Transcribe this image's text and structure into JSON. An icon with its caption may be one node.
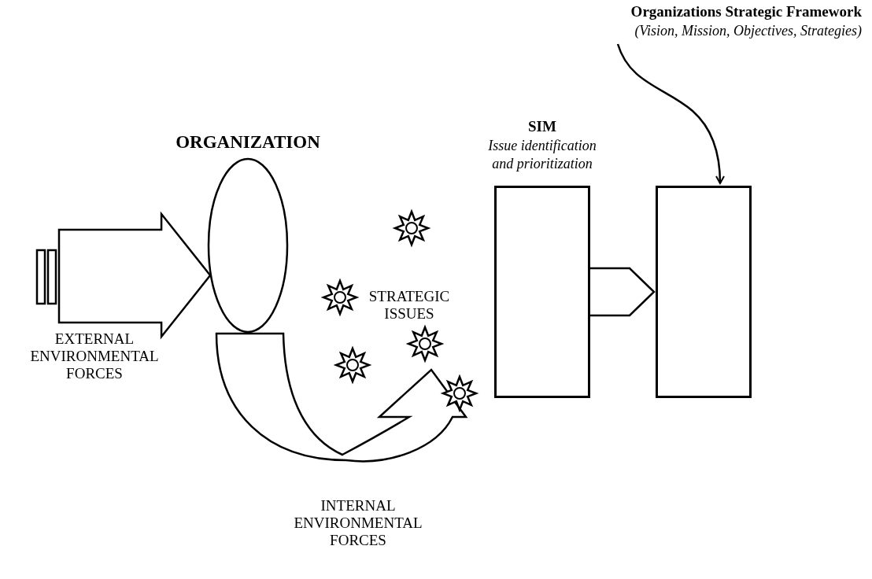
{
  "diagram": {
    "nodes": [
      {
        "text": [
          "ORGANIZATION"
        ]
      },
      {
        "text": [
          "SIM",
          "Issue identification and prioritization"
        ]
      },
      {
        "text": [
          "Organizations Strategic Framework",
          "(Vision, Mission, Objectives, Strategies)"
        ]
      },
      {
        "text": [],
        "shape": "box"
      }
    ],
    "edges": [
      {
        "from": null,
        "to": 0,
        "arrow": "to",
        "style": "thick"
      },
      {
        "from": 0,
        "to": null,
        "arrow": "to",
        "style": "thick"
      },
      {
        "from": 1,
        "to": 3,
        "arrow": "to",
        "style": "thick"
      },
      {
        "from": 2,
        "to": 3,
        "arrow": "to"
      }
    ],
    "labels": [
      "STRATEGIC ISSUES",
      "EXTERNAL ENVIRONMENTAL FORCES",
      "INTERNAL ENVIRONMENTAL FORCES"
    ]
  }
}
